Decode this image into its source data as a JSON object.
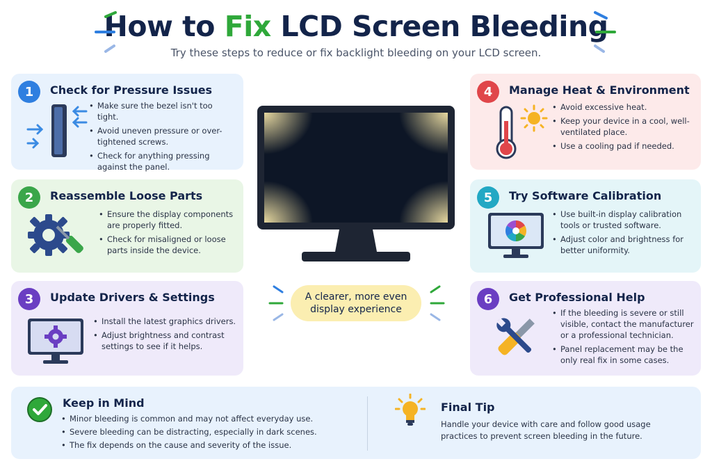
{
  "header": {
    "title_prefix": "How to ",
    "title_accent": "Fix",
    "title_suffix": " LCD Screen Bleeding",
    "subtitle": "Try these steps to reduce or fix backlight bleeding on your LCD screen."
  },
  "colors": {
    "accent_green": "#2fa83a",
    "num_blue": "#2f7fe0",
    "num_green": "#3aa64a",
    "num_purple": "#6a3ec2",
    "num_red": "#e0464a",
    "num_teal": "#22a8c4"
  },
  "steps": [
    {
      "number": "1",
      "title": "Check for Pressure Issues",
      "icon": "pressed-monitor-icon",
      "bullets": [
        "Make sure the bezel isn't too tight.",
        "Avoid uneven pressure or over-tightened screws.",
        "Check for anything pressing against the panel."
      ]
    },
    {
      "number": "2",
      "title": "Reassemble Loose Parts",
      "icon": "gear-screwdriver-icon",
      "bullets": [
        "Ensure the display components are properly fitted.",
        "Check for misaligned or loose parts inside the device."
      ]
    },
    {
      "number": "3",
      "title": "Update Drivers & Settings",
      "icon": "monitor-gear-icon",
      "bullets": [
        "Install the latest graphics drivers.",
        "Adjust brightness and contrast settings to see if it helps."
      ]
    },
    {
      "number": "4",
      "title": "Manage Heat & Environment",
      "icon": "thermometer-sun-icon",
      "bullets": [
        "Avoid excessive heat.",
        "Keep your device in a cool, well-ventilated place.",
        "Use a cooling pad if needed."
      ]
    },
    {
      "number": "5",
      "title": "Try Software Calibration",
      "icon": "color-wheel-monitor-icon",
      "bullets": [
        "Use built-in display calibration tools or trusted software.",
        "Adjust color and brightness for better uniformity."
      ]
    },
    {
      "number": "6",
      "title": "Get Professional Help",
      "icon": "wrench-screwdriver-icon",
      "bullets": [
        "If the bleeding is severe or still visible, contact the manufacturer or a professional technician.",
        "Panel replacement may be the only real fix in some cases."
      ]
    }
  ],
  "center": {
    "pill_line1": "A clearer, more even",
    "pill_line2": "display experience"
  },
  "keep_in_mind": {
    "title": "Keep in Mind",
    "icon": "checkmark-circle-icon",
    "bullets": [
      "Minor bleeding is common and may not affect everyday use.",
      "Severe bleeding can be distracting, especially in dark scenes.",
      "The fix depends on the cause and severity of the issue."
    ]
  },
  "final_tip": {
    "title": "Final Tip",
    "icon": "lightbulb-icon",
    "text_line1": "Handle your device with care and follow good usage",
    "text_line2": "practices to prevent screen bleeding in the future."
  }
}
